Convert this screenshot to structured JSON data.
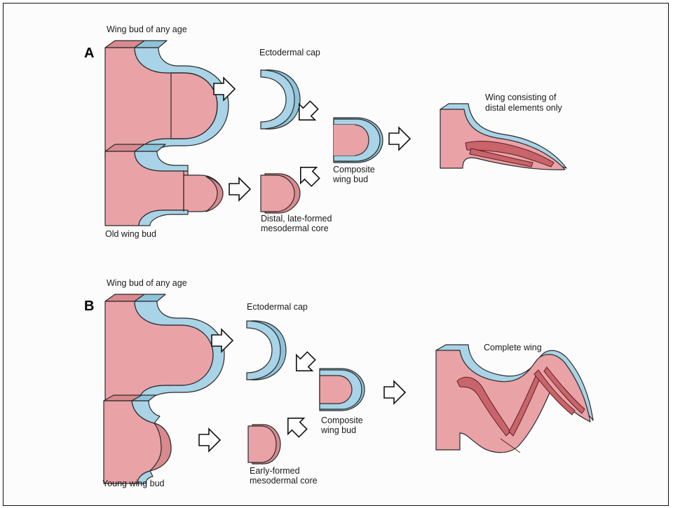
{
  "panels": {
    "a": {
      "letter": "A",
      "top_label": "Wing bud of any age",
      "cap_label": "Ectodermal cap",
      "bottom_label": "Old wing bud",
      "core_label_1": "Distal, late-formed",
      "core_label_2": "mesodermal core",
      "composite_label_1": "Composite",
      "composite_label_2": "wing bud",
      "result_label_1": "Wing consisting of",
      "result_label_2": "distal elements only"
    },
    "b": {
      "letter": "B",
      "top_label": "Wing bud of any age",
      "cap_label": "Ectodermal cap",
      "bottom_label": "Young wing bud",
      "core_label_1": "Early-formed",
      "core_label_2": "mesodermal core",
      "composite_label_1": "Composite",
      "composite_label_2": "wing bud",
      "result_label": "Complete wing"
    }
  },
  "colors": {
    "mesoderm": "#e9a2a6",
    "ectoderm": "#a9d3e6",
    "bone": "#c9646b"
  }
}
